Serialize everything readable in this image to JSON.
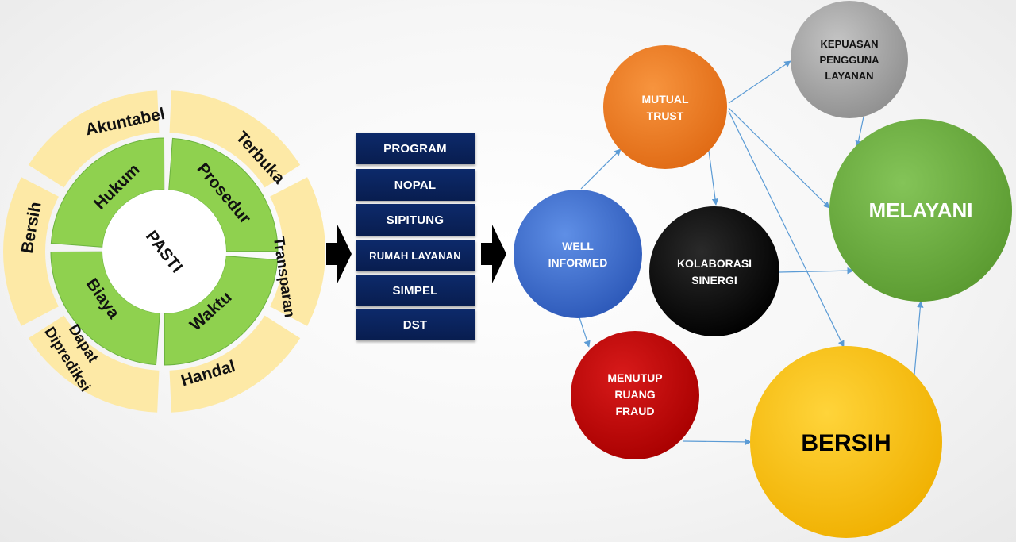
{
  "wheel": {
    "center": "PASTI",
    "inner": [
      "Hukum",
      "Prosedur",
      "Waktu",
      "Biaya"
    ],
    "outer": [
      "Akuntabel",
      "Terbuka",
      "Transparan",
      "Handal",
      "Dapat",
      "Diprediksi",
      "Bersih"
    ],
    "colors": {
      "outer": "#fde9a6",
      "inner": "#8fd14f",
      "inner_dark": "#6cb33f",
      "center": "#ffffff"
    }
  },
  "programs": [
    "PROGRAM",
    "NOPAL",
    "SIPITUNG",
    "RUMAH LAYANAN",
    "SIMPEL",
    "DST"
  ],
  "nodes": {
    "well_informed": {
      "line1": "WELL",
      "line2": "INFORMED",
      "color": "#3f6fce"
    },
    "mutual_trust": {
      "line1": "MUTUAL",
      "line2": "TRUST",
      "color": "#ef7b26"
    },
    "kolaborasi": {
      "line1": "KOLABORASI",
      "line2": "SINERGI",
      "color": "#0d0d0d"
    },
    "menutup": {
      "line1": "MENUTUP",
      "line2": "RUANG",
      "line3": "FRAUD",
      "color": "#c00000"
    },
    "kepuasan": {
      "line1": "KEPUASAN",
      "line2": "PENGGUNA",
      "line3": "LAYANAN",
      "color": "#a6a6a6"
    },
    "melayani": {
      "label": "MELAYANI",
      "color": "#6aae3e"
    },
    "bersih": {
      "label": "BERSIH",
      "color": "#ffc000"
    }
  }
}
